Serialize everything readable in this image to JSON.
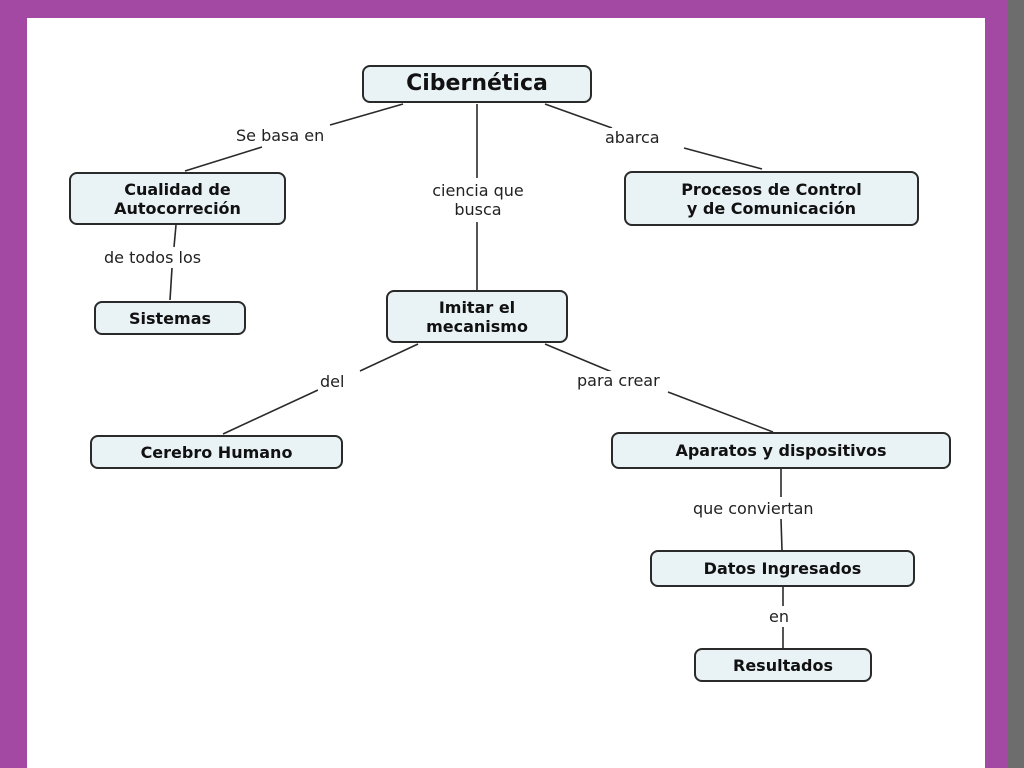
{
  "colors": {
    "frame": "#a349a4",
    "node_fill": "#e9f2f5",
    "node_border": "#2a2a2a",
    "line": "#2a2a2a"
  },
  "nodes": {
    "cibernetica": "Cibernética",
    "cualidad": "Cualidad de\nAutocorreción",
    "procesos": "Procesos de Control\ny de Comunicación",
    "sistemas": "Sistemas",
    "imitar": "Imitar el\nmecanismo",
    "cerebro": "Cerebro Humano",
    "aparatos": "Aparatos y dispositivos",
    "datos": "Datos Ingresados",
    "resultados": "Resultados"
  },
  "links": {
    "se_basa_en": "Se basa en",
    "ciencia_que_busca": "ciencia que\nbusca",
    "abarca": "abarca",
    "de_todos_los": "de todos los",
    "del": "del",
    "para_crear": "para crear",
    "que_conviertan": "que conviertan",
    "en": "en"
  }
}
